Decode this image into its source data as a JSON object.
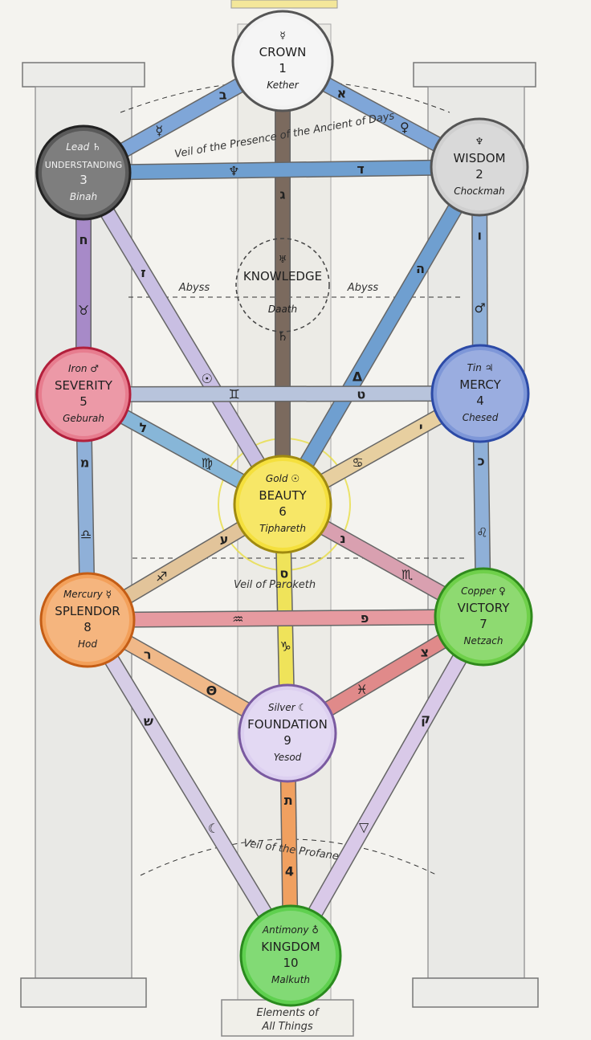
{
  "colors": {
    "paper": "#f4f3ef",
    "pillar_fill": "#e9e9e6",
    "pillar_stroke": "#777777",
    "ink": "#2a2a2a"
  },
  "sephiroth": [
    {
      "id": "crown",
      "top": "☿",
      "name": "CROWN",
      "num": "1",
      "sub": "Kether",
      "fill": "#f2f2f2",
      "stroke": "#555"
    },
    {
      "id": "wisdom",
      "top": "♆",
      "name": "WISDOM",
      "num": "2",
      "sub": "Chockmah",
      "fill": "#cfcfcf",
      "stroke": "#555"
    },
    {
      "id": "understanding",
      "top": "Lead ♄",
      "name": "UNDERSTANDING",
      "num": "3",
      "sub": "Binah",
      "fill": "#5a5a5a",
      "stroke": "#222"
    },
    {
      "id": "knowledge",
      "top": "♅",
      "name": "KNOWLEDGE",
      "num": "",
      "sub": "Daath",
      "fill": "none",
      "stroke": "#444"
    },
    {
      "id": "mercy",
      "top": "Tin ♃",
      "name": "MERCY",
      "num": "4",
      "sub": "Chesed",
      "fill": "#7e97d8",
      "stroke": "#2c4aa6"
    },
    {
      "id": "severity",
      "top": "Iron ♂",
      "name": "SEVERITY",
      "num": "5",
      "sub": "Geburah",
      "fill": "#e77d8f",
      "stroke": "#b2203c"
    },
    {
      "id": "beauty",
      "top": "Gold ☉",
      "name": "BEAUTY",
      "num": "6",
      "sub": "Tiphareth",
      "fill": "#f5e03d",
      "stroke": "#a08a10"
    },
    {
      "id": "victory",
      "top": "Copper ♀",
      "name": "VICTORY",
      "num": "7",
      "sub": "Netzach",
      "fill": "#6fd04a",
      "stroke": "#2f8a1c"
    },
    {
      "id": "splendor",
      "top": "Mercury ☿",
      "name": "SPLENDOR",
      "num": "8",
      "sub": "Hod",
      "fill": "#f3a05a",
      "stroke": "#c45d15"
    },
    {
      "id": "foundation",
      "top": "Silver ☾",
      "name": "FOUNDATION",
      "num": "9",
      "sub": "Yesod",
      "fill": "#dccff0",
      "stroke": "#7a5aa0"
    },
    {
      "id": "kingdom",
      "top": "Antimony ♁",
      "name": "KINGDOM",
      "num": "10",
      "sub": "Malkuth",
      "fill": "#5fd04f",
      "stroke": "#2a8a1e"
    }
  ],
  "paths": [
    {
      "from": "crown",
      "to": "wisdom",
      "color": "#7fa6d8",
      "letter": "א"
    },
    {
      "from": "crown",
      "to": "understanding",
      "color": "#7fa6d8",
      "letter": "ב"
    },
    {
      "from": "crown",
      "to": "beauty",
      "color": "#7b6a5e",
      "letter": "ג"
    },
    {
      "from": "wisdom",
      "to": "understanding",
      "color": "#6f9fd0",
      "letter": "ד"
    },
    {
      "from": "wisdom",
      "to": "beauty",
      "color": "#6f9fd0",
      "letter": "ה"
    },
    {
      "from": "wisdom",
      "to": "mercy",
      "color": "#8fb0d8",
      "letter": "ו"
    },
    {
      "from": "understanding",
      "to": "beauty",
      "color": "#c9bfe3",
      "letter": "ז"
    },
    {
      "from": "understanding",
      "to": "severity",
      "color": "#a78ac8",
      "letter": "ח"
    },
    {
      "from": "mercy",
      "to": "severity",
      "color": "#b8c4dc",
      "letter": "ט"
    },
    {
      "from": "mercy",
      "to": "beauty",
      "color": "#e7cfa0",
      "letter": "י"
    },
    {
      "from": "mercy",
      "to": "victory",
      "color": "#8fb0d8",
      "letter": "כ"
    },
    {
      "from": "severity",
      "to": "beauty",
      "color": "#87b6d8",
      "letter": "ל"
    },
    {
      "from": "severity",
      "to": "splendor",
      "color": "#8fb0d8",
      "letter": "מ"
    },
    {
      "from": "beauty",
      "to": "victory",
      "color": "#d9a0b0",
      "letter": "נ"
    },
    {
      "from": "beauty",
      "to": "splendor",
      "color": "#e2c49a",
      "letter": "ע"
    },
    {
      "from": "beauty",
      "to": "foundation",
      "color": "#efe35a",
      "letter": "ס"
    },
    {
      "from": "victory",
      "to": "splendor",
      "color": "#e69aa0",
      "letter": "פ"
    },
    {
      "from": "victory",
      "to": "foundation",
      "color": "#e08a8a",
      "letter": "צ"
    },
    {
      "from": "victory",
      "to": "kingdom",
      "color": "#d9c9e8",
      "letter": "ק"
    },
    {
      "from": "splendor",
      "to": "foundation",
      "color": "#f0b888",
      "letter": "ר"
    },
    {
      "from": "splendor",
      "to": "kingdom",
      "color": "#d6cde6",
      "letter": "ש"
    },
    {
      "from": "foundation",
      "to": "kingdom",
      "color": "#f0a060",
      "letter": "ת"
    }
  ],
  "path_symbols": [
    "♀",
    "☿",
    "♄",
    "♆",
    "Δ",
    "♂",
    "☉",
    "♉",
    "♊",
    "♋",
    "♌",
    "♍",
    "♎",
    "♏",
    "♐",
    "♑",
    "♒",
    "♓",
    "▽",
    "Θ",
    "☾",
    "4"
  ],
  "labels": {
    "veil_ancient": "Veil of the Presence of the Ancient of Days",
    "abyss_left": "Abyss",
    "abyss_right": "Abyss",
    "veil_paroketh": "Veil of Paroketh",
    "veil_profane": "Veil of the Profane",
    "bottom_line1": "Elements of",
    "bottom_line2": "All Things"
  }
}
